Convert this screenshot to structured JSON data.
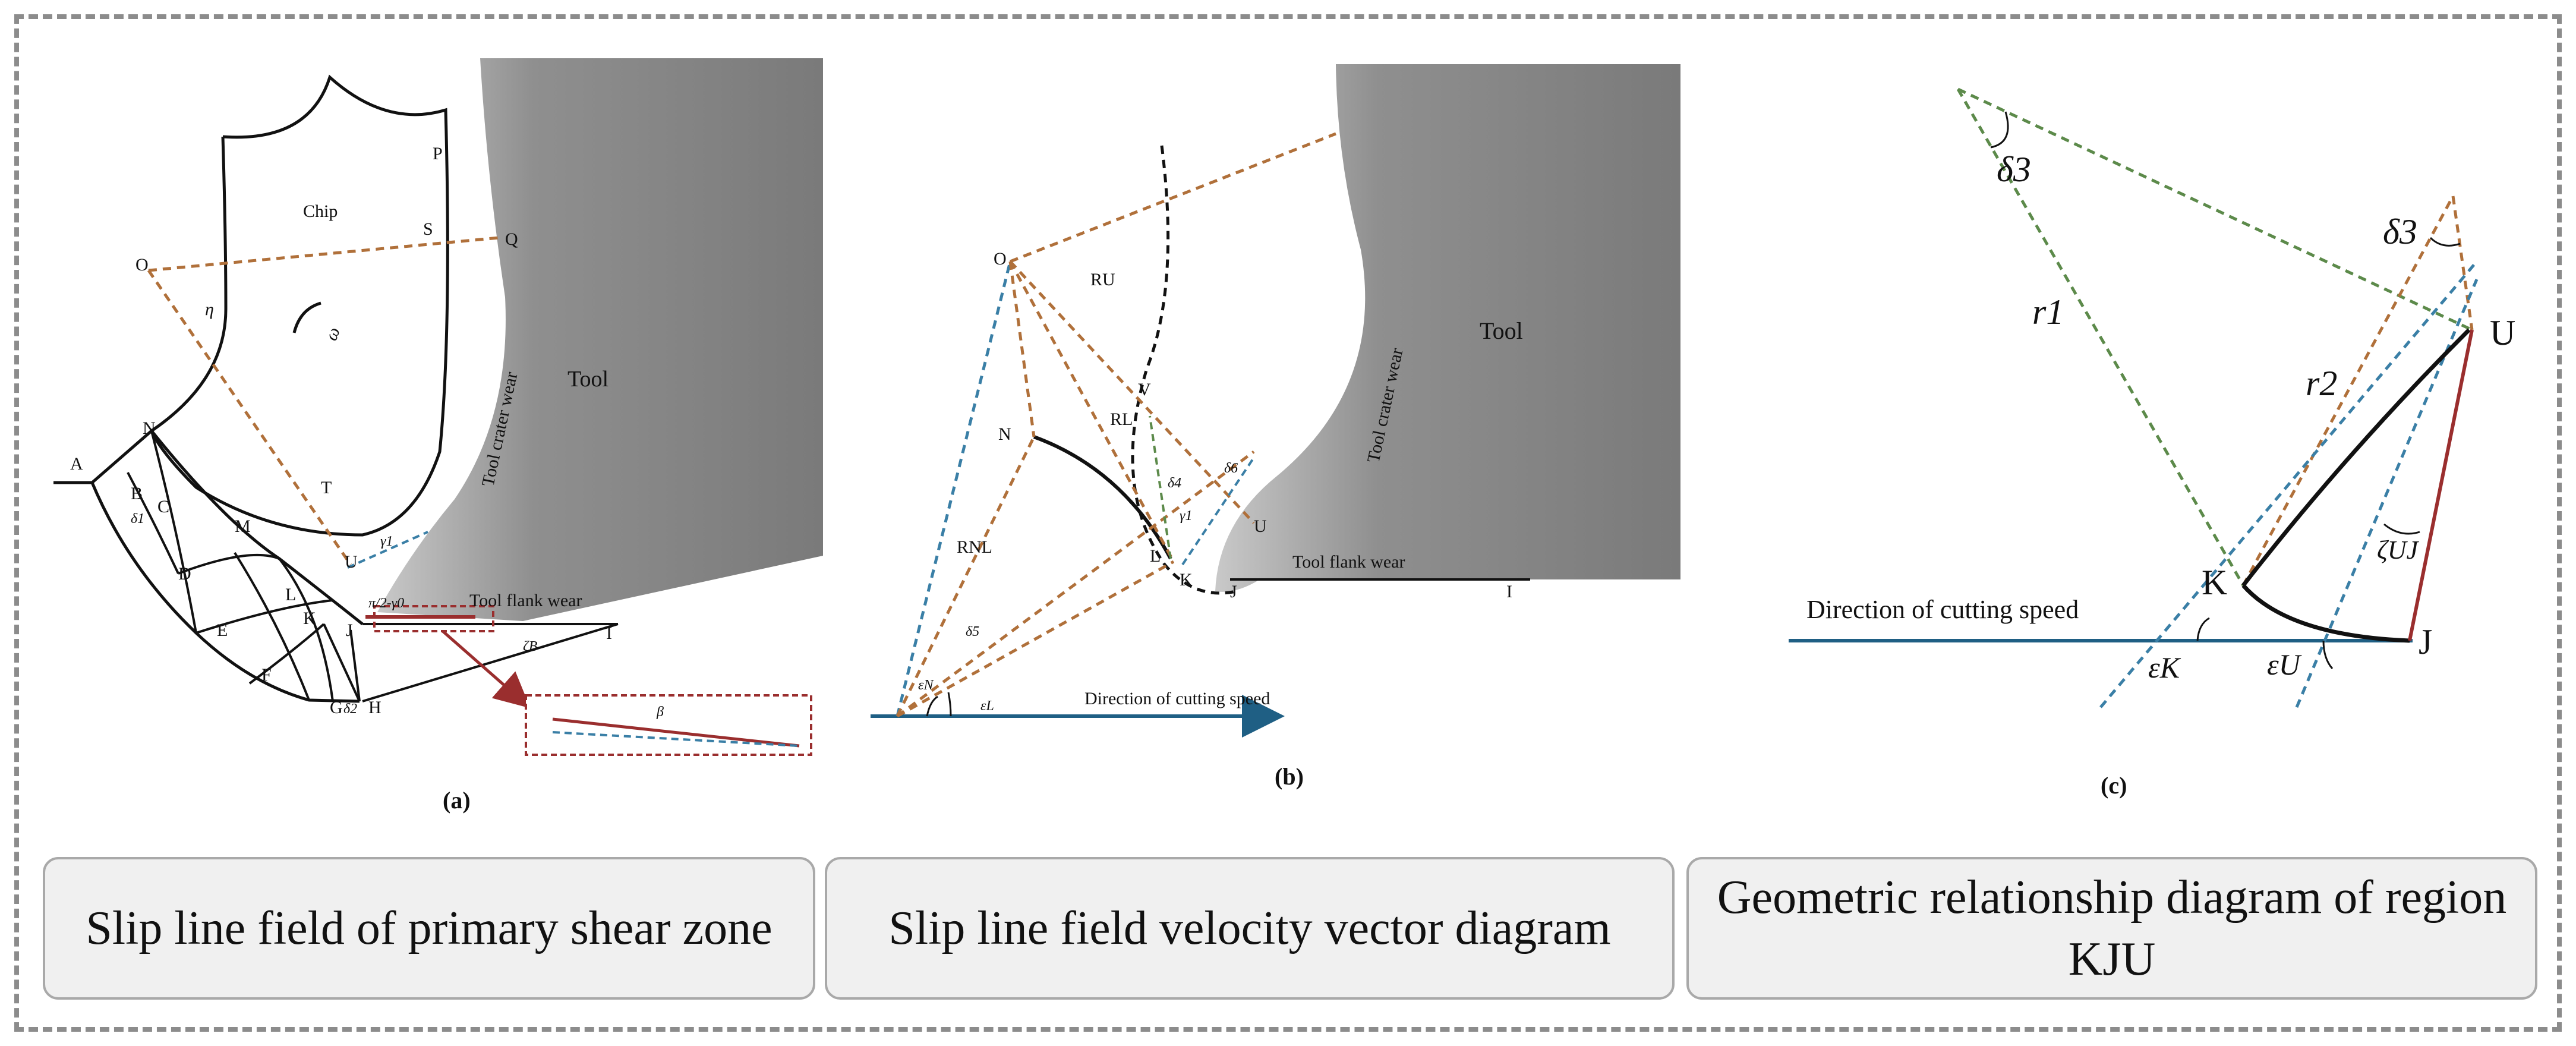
{
  "panels": {
    "a": {
      "panel_label": "(a)",
      "labels": {
        "chip": "Chip",
        "tool": "Tool",
        "tool_crater_wear": "Tool crater wear",
        "tool_flank_wear": "Tool flank wear",
        "O": "O",
        "P": "P",
        "Q": "Q",
        "S": "S",
        "T": "T",
        "N": "N",
        "A": "A",
        "B": "B",
        "C": "C",
        "M": "M",
        "D": "D",
        "E": "E",
        "F": "F",
        "L": "L",
        "K": "K",
        "J": "J",
        "U": "U",
        "G": "G",
        "H": "H",
        "I": "I",
        "eta": "η",
        "omega": "ω",
        "delta1": "δ1",
        "delta2": "δ2",
        "gamma": "γ1",
        "angle_expr": "π/2-γ0",
        "zeta_a": "ζB",
        "beta": "β"
      }
    },
    "b": {
      "panel_label": "(b)",
      "labels": {
        "tool": "Tool",
        "tool_crater_wear": "Tool crater wear",
        "tool_flank_wear": "Tool flank wear",
        "O": "O",
        "N": "N",
        "V": "V",
        "L": "L",
        "K": "K",
        "U": "U",
        "J": "J",
        "I": "I",
        "RU": "RU",
        "RL": "RL",
        "RNL": "RNL",
        "delta4": "δ4",
        "delta6": "δ6",
        "gamma1": "γ1",
        "delta5": "δ5",
        "epsN": "εN",
        "epsL": "εL",
        "direction": "Direction of cutting speed"
      }
    },
    "c": {
      "panel_label": "(c)",
      "labels": {
        "delta3_top": "δ3",
        "delta3_right": "δ3",
        "r1": "r1",
        "r2": "r2",
        "U": "U",
        "K": "K",
        "J": "J",
        "zeta": "ζUJ",
        "epsK": "εK",
        "epsU": "εU",
        "direction": "Direction of cutting speed"
      }
    }
  },
  "captions": {
    "a": "Slip line field of primary shear zone",
    "b": "Slip line field velocity vector diagram",
    "c": "Geometric relationship diagram of region KJU"
  },
  "colors": {
    "tool": "#8a8a8a",
    "brown_dashed": "#b0703a",
    "blue_dashed": "#3a7fa6",
    "green_dashed": "#5c8a4a",
    "dark_red": "#9a2e2e",
    "cutting_speed_line": "#1f5f84",
    "frame": "#8c8c8c"
  }
}
